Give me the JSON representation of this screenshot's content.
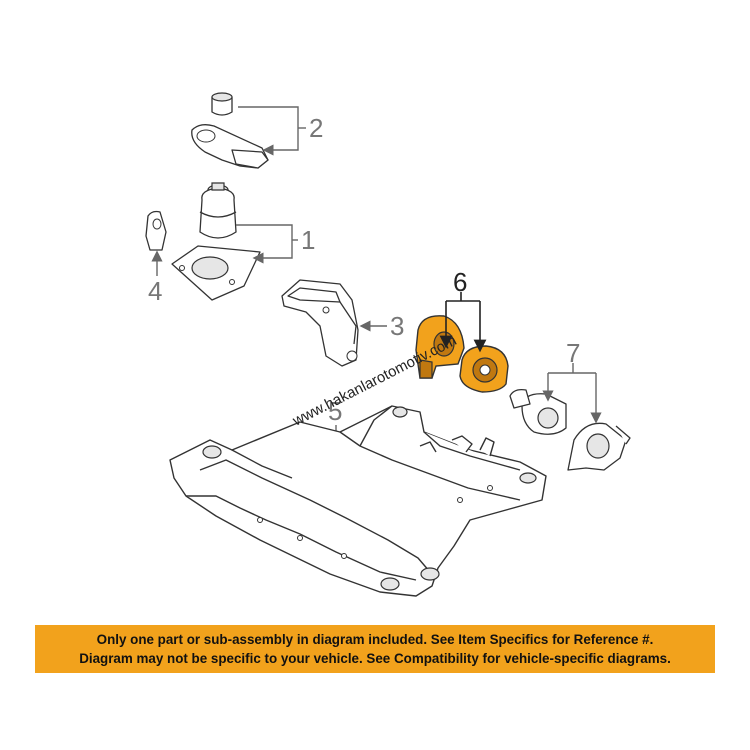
{
  "callouts": {
    "c1": "1",
    "c2": "2",
    "c3": "3",
    "c4": "4",
    "c5": "5",
    "c6": "6",
    "c7": "7"
  },
  "watermark": "www.hakanlarotomotiv.com",
  "disclaimer": {
    "line1": "Only one part or sub-assembly in diagram included. See Item Specifics for Reference #.",
    "line2": "Diagram may not be specific to your vehicle. See Compatibility for vehicle-specific diagrams."
  },
  "colors": {
    "highlight": "#f2a21c",
    "banner": "#f2a21c"
  }
}
